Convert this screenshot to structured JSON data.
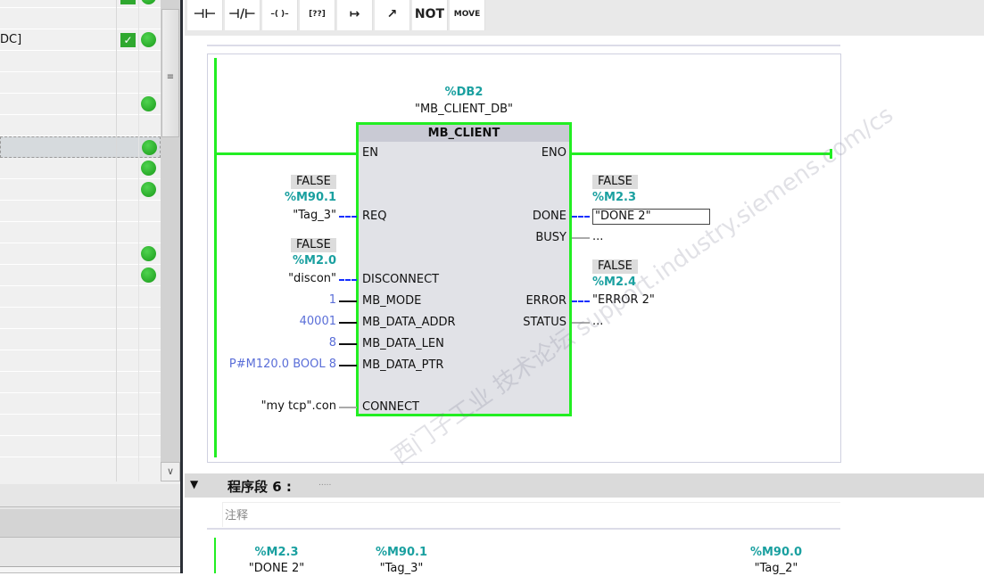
{
  "left_panel": {
    "rows": [
      {
        "label": "",
        "check": true,
        "dot": true
      },
      {
        "label": "",
        "check": false,
        "dot": false
      },
      {
        "label": "DC]",
        "check": true,
        "dot": true
      },
      {
        "label": "",
        "check": false,
        "dot": false
      },
      {
        "label": "",
        "check": false,
        "dot": false
      },
      {
        "label": "",
        "check": false,
        "dot": true
      },
      {
        "label": "",
        "check": false,
        "dot": false
      },
      {
        "label": "",
        "check": false,
        "dot": true,
        "selected": true
      },
      {
        "label": "",
        "check": false,
        "dot": true
      },
      {
        "label": "",
        "check": false,
        "dot": true
      },
      {
        "label": "",
        "check": false,
        "dot": false
      },
      {
        "label": "",
        "check": false,
        "dot": false
      },
      {
        "label": "",
        "check": false,
        "dot": true
      },
      {
        "label": "",
        "check": false,
        "dot": true
      },
      {
        "label": "",
        "check": false,
        "dot": false
      },
      {
        "label": "",
        "check": false,
        "dot": false
      },
      {
        "label": "",
        "check": false,
        "dot": false
      },
      {
        "label": "",
        "check": false,
        "dot": false
      },
      {
        "label": "",
        "check": false,
        "dot": false
      },
      {
        "label": "",
        "check": false,
        "dot": false
      },
      {
        "label": "",
        "check": false,
        "dot": false
      },
      {
        "label": "",
        "check": false,
        "dot": false
      }
    ],
    "scroll_grip": "≡",
    "scroll_down": "∨"
  },
  "toolbar": [
    {
      "name": "no-contact",
      "glyph": "⊣⊢"
    },
    {
      "name": "nc-contact",
      "glyph": "⊣/⊢"
    },
    {
      "name": "coil",
      "glyph": "–( )–"
    },
    {
      "name": "empty-box",
      "glyph": "[??]"
    },
    {
      "name": "open-branch",
      "glyph": "↦"
    },
    {
      "name": "close-branch",
      "glyph": "↗"
    },
    {
      "name": "not-contact",
      "glyph": "NOT"
    },
    {
      "name": "move",
      "glyph": "MOVE"
    }
  ],
  "network5": {
    "instance_address": "%DB2",
    "instance_name": "\"MB_CLIENT_DB\"",
    "block_name": "MB_CLIENT",
    "inputs": [
      {
        "pin": "EN"
      },
      {
        "pin": "REQ",
        "state": "FALSE",
        "address": "%M90.1",
        "operand": "\"Tag_3\"",
        "wire": "dash"
      },
      {
        "pin": "DISCONNECT",
        "state": "FALSE",
        "address": "%M2.0",
        "operand": "\"discon\"",
        "wire": "dash"
      },
      {
        "pin": "MB_MODE",
        "operand": "1",
        "wire": "black",
        "const": true
      },
      {
        "pin": "MB_DATA_ADDR",
        "operand": "40001",
        "wire": "black",
        "const": true
      },
      {
        "pin": "MB_DATA_LEN",
        "operand": "8",
        "wire": "black",
        "const": true
      },
      {
        "pin": "MB_DATA_PTR",
        "operand": "P#M120.0 BOOL 8",
        "wire": "black",
        "const": true
      },
      {
        "pin": "CONNECT",
        "operand": "\"my tcp\".con",
        "wire": "grey"
      }
    ],
    "outputs": [
      {
        "pin": "ENO"
      },
      {
        "pin": "DONE",
        "state": "FALSE",
        "address": "%M2.3",
        "operand": "\"DONE 2\"",
        "wire": "dash"
      },
      {
        "pin": "BUSY",
        "operand": "...",
        "wire": "grey"
      },
      {
        "pin": "ERROR",
        "state": "FALSE",
        "address": "%M2.4",
        "operand": "\"ERROR 2\"",
        "wire": "dash"
      },
      {
        "pin": "STATUS",
        "operand": "...",
        "wire": "grey"
      }
    ]
  },
  "network6": {
    "title": "程序段 6 :",
    "title_dots": ".....",
    "comment": "注释",
    "operands": [
      {
        "address": "%M2.3",
        "name": "\"DONE 2\""
      },
      {
        "address": "%M90.1",
        "name": "\"Tag_3\""
      },
      {
        "address": "%M90.0",
        "name": "\"Tag_2\""
      }
    ]
  },
  "watermark": "西门子工业 技术论坛 support.industry.siemens.com/cs",
  "colors": {
    "rung": "#22ee22",
    "address": "#1aa0a0",
    "constant": "#5a6ed8",
    "dash_wire": "#1530ff"
  }
}
